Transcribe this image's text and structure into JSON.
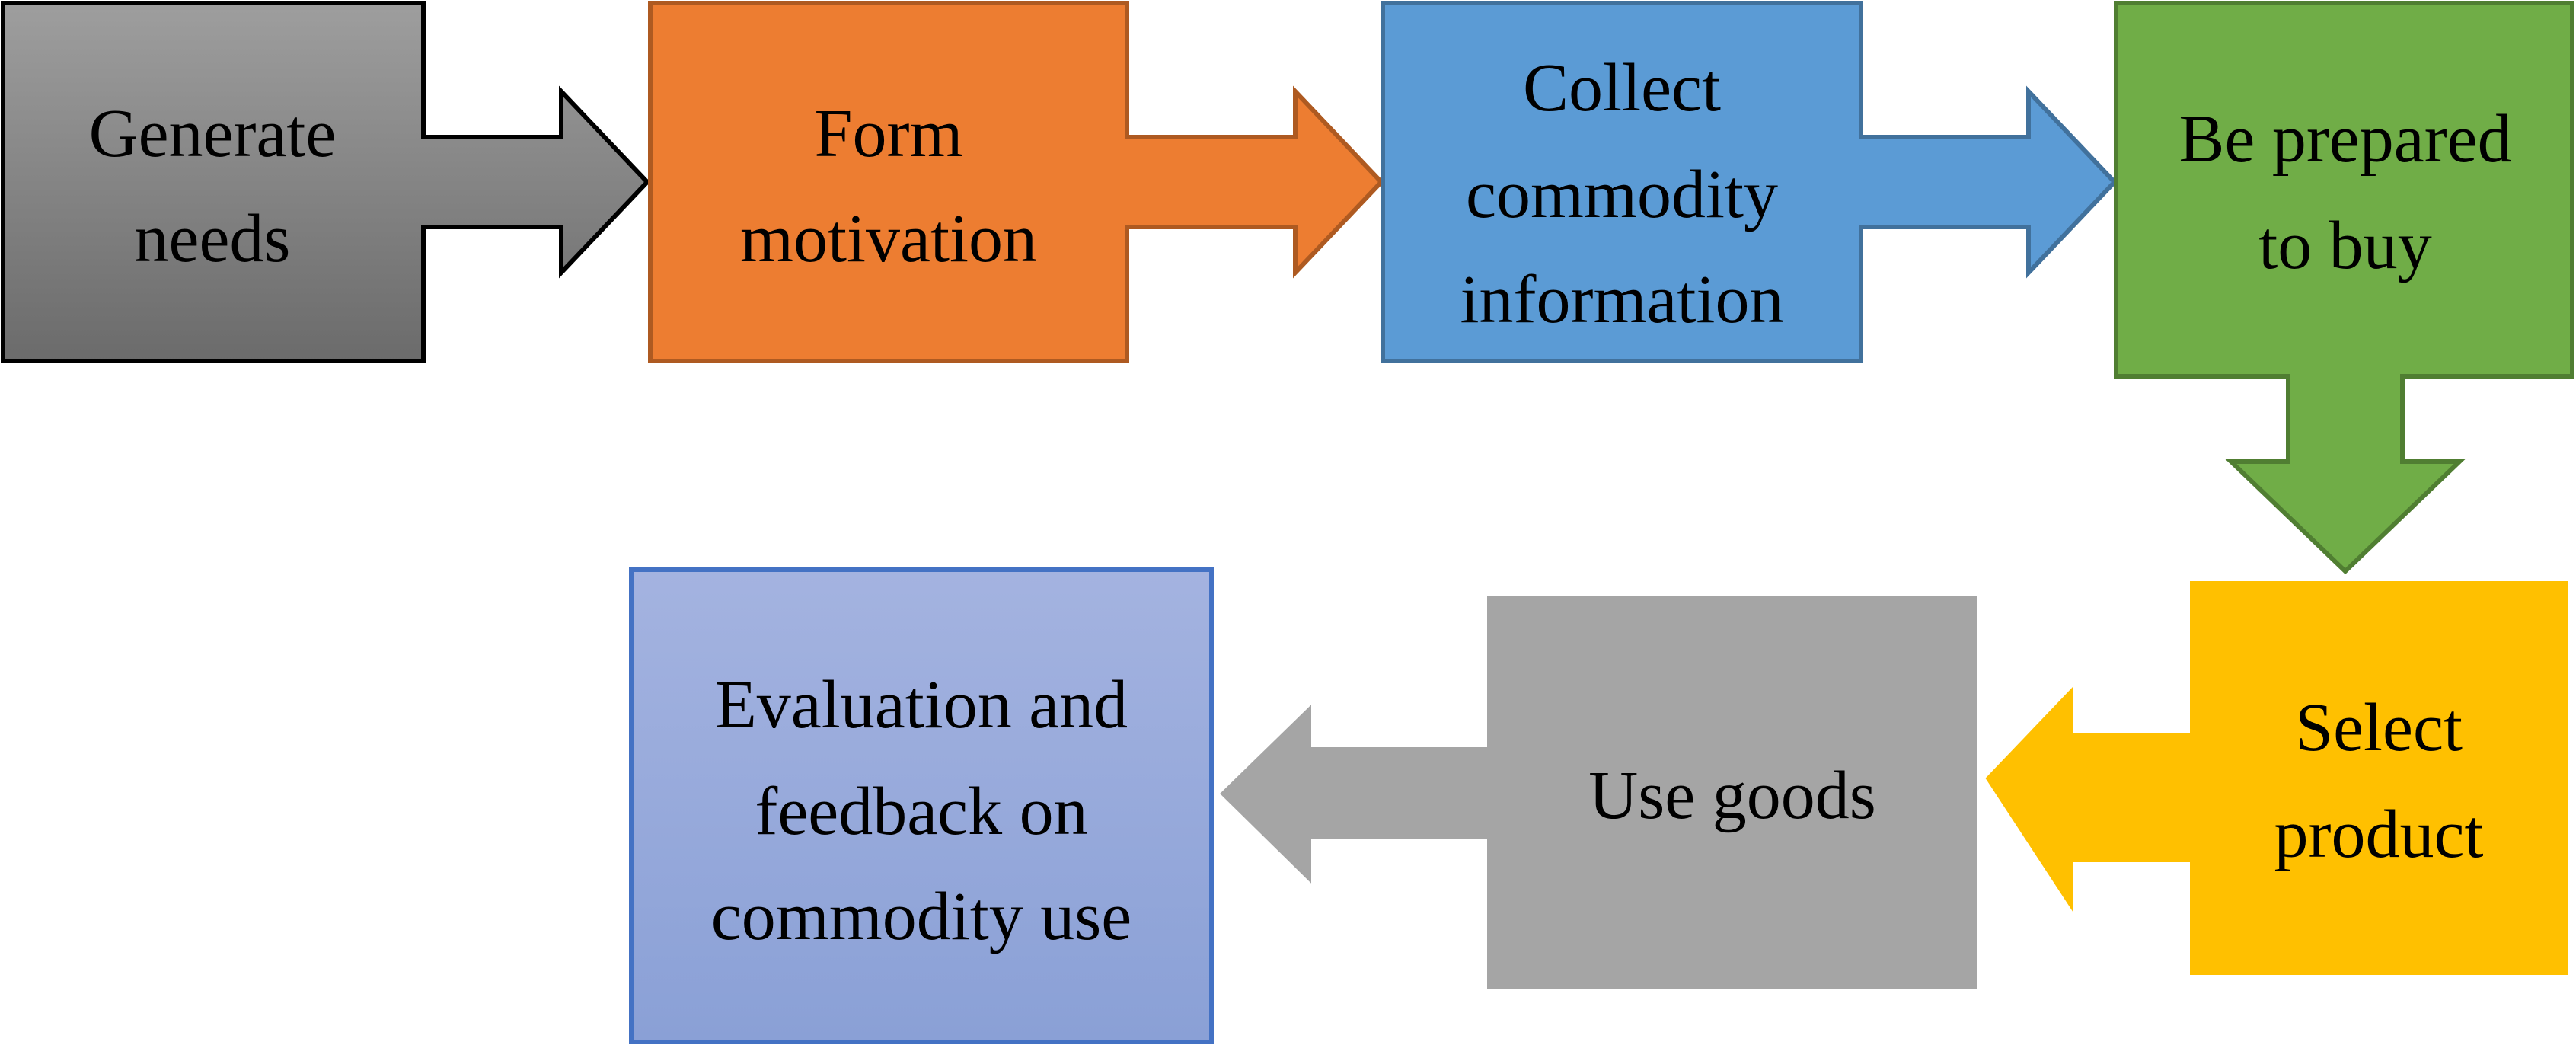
{
  "colors": {
    "generate_needs": "#808080",
    "form_motivation": "#ED7D31",
    "collect_info": "#5B9BD5",
    "be_prepared": "#70AD47",
    "select_product": "#FFC000",
    "use_goods": "#A5A5A5",
    "evaluation": "#8FA3D8"
  },
  "steps": [
    {
      "id": "generate_needs",
      "lines": [
        "Generate",
        "needs"
      ]
    },
    {
      "id": "form_motivation",
      "lines": [
        "Form",
        "motivation"
      ]
    },
    {
      "id": "collect_info",
      "lines": [
        "Collect",
        "commodity",
        "information"
      ]
    },
    {
      "id": "be_prepared",
      "lines": [
        "Be prepared",
        "to buy"
      ]
    },
    {
      "id": "select_product",
      "lines": [
        "Select",
        "product"
      ]
    },
    {
      "id": "use_goods",
      "lines": [
        "Use goods"
      ]
    },
    {
      "id": "evaluation",
      "lines": [
        "Evaluation and",
        "feedback on",
        "commodity use"
      ]
    }
  ]
}
